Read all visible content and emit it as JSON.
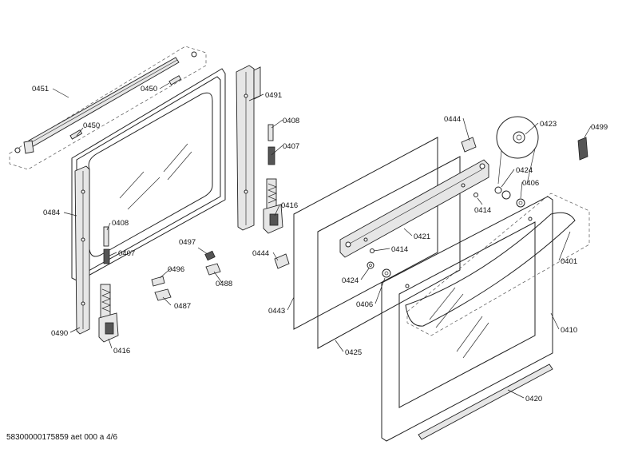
{
  "diagram": {
    "footer": "58300000175859 aet 000 a 4/6",
    "callouts": [
      {
        "id": "c0451",
        "label": "0451"
      },
      {
        "id": "c0450a",
        "label": "0450"
      },
      {
        "id": "c0450b",
        "label": "0450"
      },
      {
        "id": "c0484",
        "label": "0484"
      },
      {
        "id": "c0491",
        "label": "0491"
      },
      {
        "id": "c0408a",
        "label": "0408"
      },
      {
        "id": "c0407a",
        "label": "0407"
      },
      {
        "id": "c0416a",
        "label": "0416"
      },
      {
        "id": "c0408b",
        "label": "0408"
      },
      {
        "id": "c0407b",
        "label": "0407"
      },
      {
        "id": "c0497",
        "label": "0497"
      },
      {
        "id": "c0496",
        "label": "0496"
      },
      {
        "id": "c0488",
        "label": "0488"
      },
      {
        "id": "c0487",
        "label": "0487"
      },
      {
        "id": "c0490",
        "label": "0490"
      },
      {
        "id": "c0416b",
        "label": "0416"
      },
      {
        "id": "c0444a",
        "label": "0444"
      },
      {
        "id": "c0443",
        "label": "0443"
      },
      {
        "id": "c0444b",
        "label": "0444"
      },
      {
        "id": "c0423",
        "label": "0423"
      },
      {
        "id": "c0499",
        "label": "0499"
      },
      {
        "id": "c0424a",
        "label": "0424"
      },
      {
        "id": "c0406a",
        "label": "0406"
      },
      {
        "id": "c0414a",
        "label": "0414"
      },
      {
        "id": "c0421",
        "label": "0421"
      },
      {
        "id": "c0414b",
        "label": "0414"
      },
      {
        "id": "c0424b",
        "label": "0424"
      },
      {
        "id": "c0406b",
        "label": "0406"
      },
      {
        "id": "c0401",
        "label": "0401"
      },
      {
        "id": "c0410",
        "label": "0410"
      },
      {
        "id": "c0425",
        "label": "0425"
      },
      {
        "id": "c0420",
        "label": "0420"
      }
    ]
  }
}
